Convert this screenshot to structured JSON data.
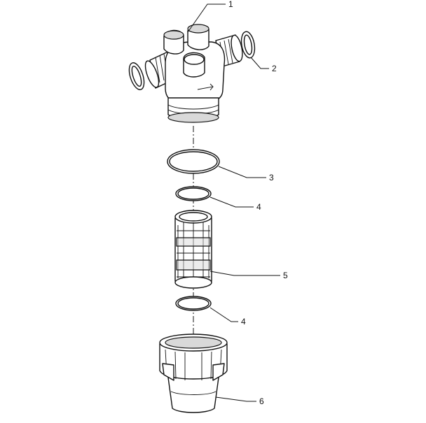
{
  "callouts": [
    {
      "id": "callout-1",
      "text": "1"
    },
    {
      "id": "callout-2",
      "text": "2"
    },
    {
      "id": "callout-3",
      "text": "3"
    },
    {
      "id": "callout-4a",
      "text": "4"
    },
    {
      "id": "callout-5",
      "text": "5"
    },
    {
      "id": "callout-4b",
      "text": "4"
    },
    {
      "id": "callout-6",
      "text": "6"
    }
  ]
}
